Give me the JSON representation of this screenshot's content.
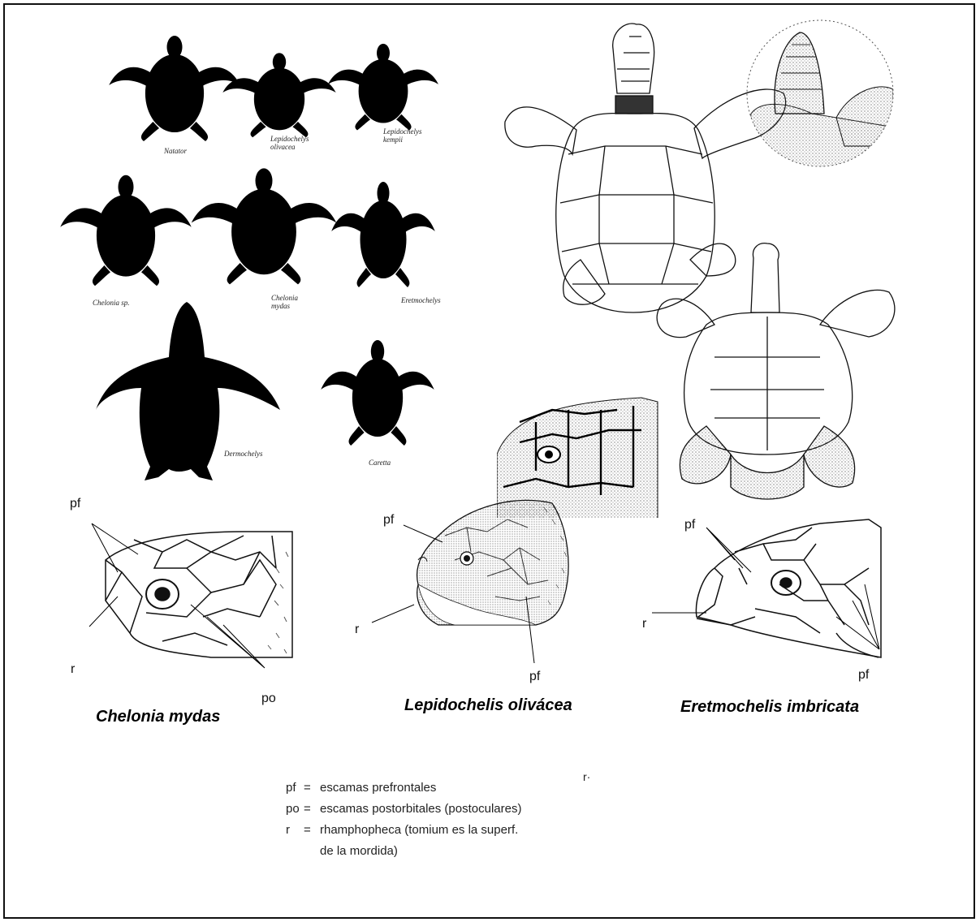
{
  "silhouettes": {
    "natator": "Natator",
    "lepidochelys_olivacea": [
      "Lepidochelys",
      "olivacea"
    ],
    "lepidochelys_kempii": [
      "Lepidochelys",
      "kempii"
    ],
    "chelonia_sp": "Chelonia sp.",
    "chelonia_mydas": [
      "Chelonia",
      "mydas"
    ],
    "eretmochelys": "Eretmochelys",
    "dermochelys": "Dermochelys",
    "caretta": "Caretta"
  },
  "head_labels": {
    "chelonia_mydas": {
      "pf": "pf",
      "r": "r",
      "po": "po"
    },
    "lepidochelis_olivacea": {
      "pf_top": "pf",
      "r": "r",
      "pf_bottom": "pf"
    },
    "eretmochelis_imbricata": {
      "pf": "pf",
      "r": "r",
      "pf_bottom": "pf"
    }
  },
  "species_titles": {
    "chelonia_mydas": "Chelonia mydas",
    "lepidochelis_olivacea": "Lepidochelis olivácea",
    "eretmochelis_imbricata": "Eretmochelis imbricata"
  },
  "legend": {
    "stray_mark": "r·",
    "rows": [
      {
        "abbr": "pf",
        "eq": "=",
        "text": "escamas prefrontales"
      },
      {
        "abbr": "po",
        "eq": "=",
        "text": "escamas postorbitales (postoculares)"
      },
      {
        "abbr": "r",
        "eq": "=",
        "text": "rhamphopheca (tomium es la superf."
      },
      {
        "abbr": "",
        "eq": "",
        "text": "de la mordida)"
      }
    ]
  }
}
